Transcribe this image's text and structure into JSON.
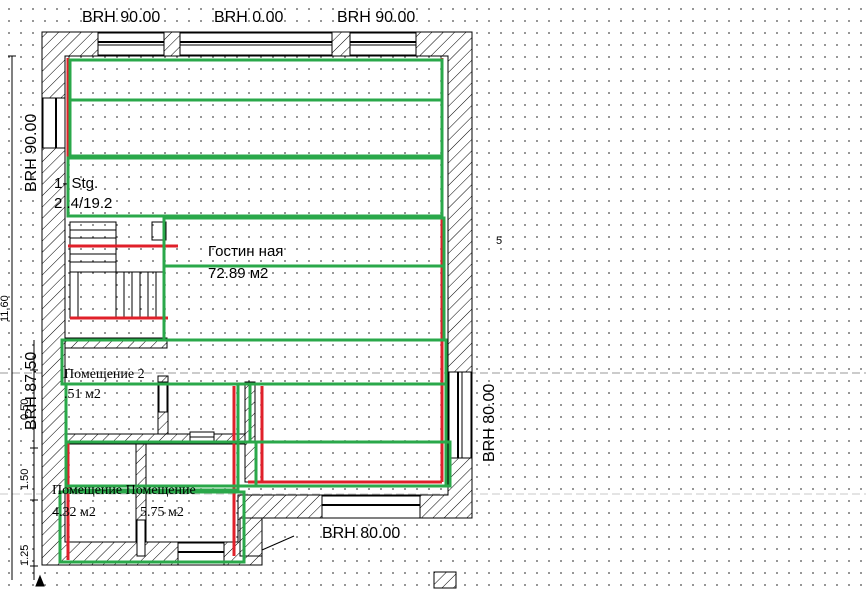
{
  "labels": {
    "brh_top_left": "BRH 90.00",
    "brh_top_mid": "BRH 0.00",
    "brh_top_right": "BRH 90.00",
    "brh_left": "BRH 90.00",
    "brh_left_lower": "BRH 87.50",
    "brh_right": "BRH 80.00",
    "brh_bottom": "BRH 80.00"
  },
  "rooms": {
    "stair_name": "1- Stg.",
    "stair_area": "2 .4/19.2",
    "living_name": "Гостин ная",
    "living_area": "72.89 м2",
    "room2_name": "Помещение 2",
    "room2_area": ".51 м2",
    "room_bl_name": "Помещение Помещение",
    "room_bl_area": "4.32 м2",
    "room_br_area": "5.75 м2"
  },
  "dimensions": {
    "left_total": "11.60",
    "left_a": "0.50",
    "left_b": "1.50",
    "left_c": "1.25"
  },
  "colors": {
    "wall_hatch": "#000000",
    "green_outline": "#2aa84a",
    "red_outline": "#e0202a",
    "dotted_grid": "#7a7a7a"
  }
}
